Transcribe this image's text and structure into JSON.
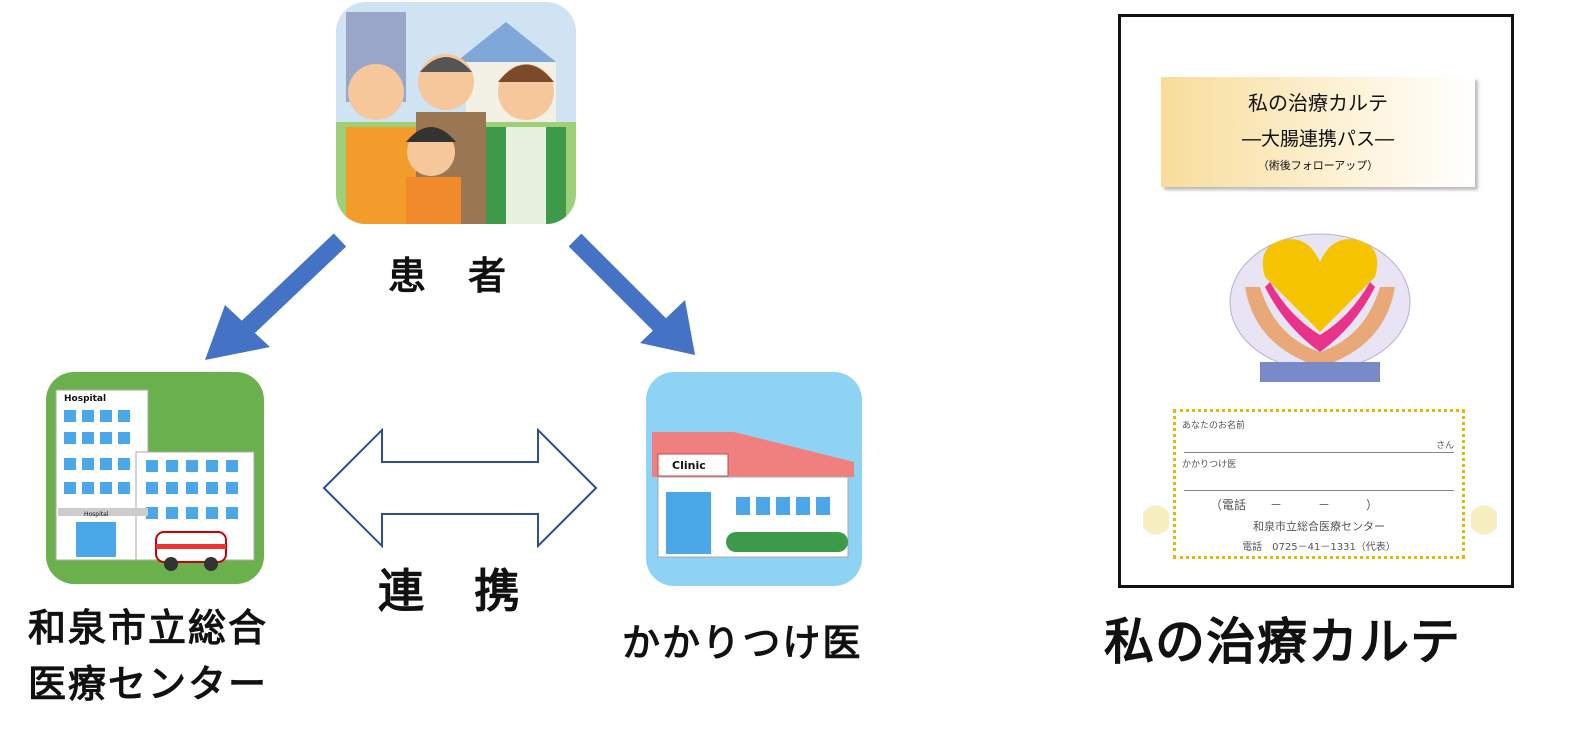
{
  "diagram": {
    "patient_label": "患　者",
    "hospital_label_line1": "和泉市立総合",
    "hospital_label_line2": "医療センター",
    "clinic_label": "かかりつけ医",
    "link_label": "連　携",
    "hospital_sign": "Hospital",
    "hospital_entrance_sign": "Hospital",
    "clinic_sign": "Clinic",
    "arrow_color": "#4472c4"
  },
  "booklet": {
    "caption": "私の治療カルテ",
    "title": "私の治療カルテ",
    "subtitle": "―大腸連携パス―",
    "subtitle2": "（術後フォローアップ）",
    "form": {
      "name_label": "あなたのお名前",
      "name_suffix": "さん",
      "doctor_label": "かかりつけ医",
      "phone_blank": "（電話　　－　　　－　　　）",
      "hospital_name": "和泉市立総合医療センター",
      "hospital_phone": "電話　0725－41－1331（代表）"
    }
  }
}
